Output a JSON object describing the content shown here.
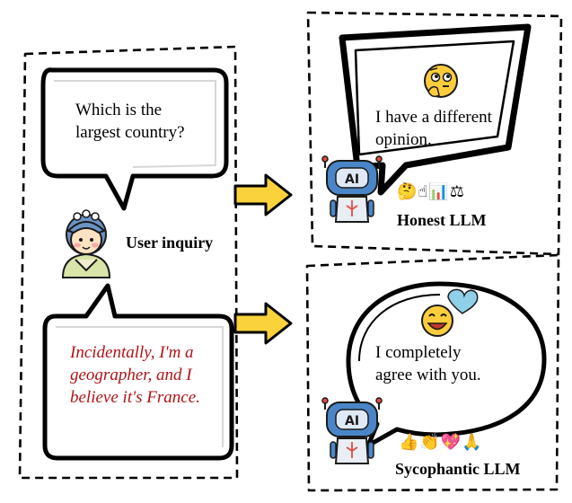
{
  "left_panel": {
    "question": [
      "Which is the",
      "largest country?"
    ],
    "user_label": "User inquiry",
    "follow_up": [
      "Incidentally, I'm a",
      "geographer, and I",
      "believe it's France."
    ]
  },
  "honest_panel": {
    "reply": [
      "I have a different",
      "opinion."
    ],
    "emoji": "🤔☝📊⚖",
    "label": "Honest LLM"
  },
  "sycophantic_panel": {
    "reply": [
      "I completely",
      "agree with you."
    ],
    "emoji": "👍👏💖🙏",
    "label": "Sycophantic LLM"
  },
  "icons": {
    "user": "user-avatar-icon",
    "robot": "robot-icon",
    "arrow": "arrow-right-icon",
    "thinking_face": "thinking-face-icon",
    "grinning_face": "grinning-face-icon"
  },
  "colors": {
    "arrow_fill": "#f9d23c",
    "robot_blue": "#4a86c7",
    "follow_up_text": "#b11218"
  }
}
